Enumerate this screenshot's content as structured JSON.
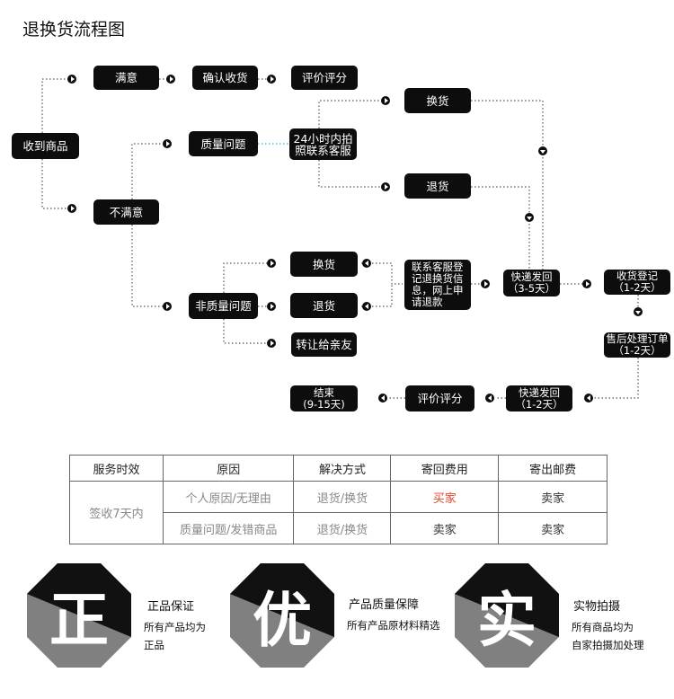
{
  "title": "退换货流程图",
  "flow": {
    "receive": "收到商品",
    "satisfied": "满意",
    "confirm_receipt": "确认收货",
    "rate": "评价评分",
    "unsatisfied": "不满意",
    "quality_issue": "质量问题",
    "photo_contact": "24小时内拍\n照联系客服",
    "exchange": "换货",
    "refund": "退货",
    "non_quality_issue": "非质量问题",
    "exchange2": "换货",
    "refund2": "退货",
    "transfer": "转让给亲友",
    "register_info": "联系客服登\n记退换货信\n息，网上申\n请退款",
    "ship_back": "快递发回\n（3-5天）",
    "receipt_register": "收货登记\n（1-2天）",
    "after_sales": "售后处理订单\n（1-2天）",
    "ship_return": "快递发回\n（1-2天）",
    "rate2": "评价评分",
    "end": "结束\n(9-15天)"
  },
  "policy_table": {
    "headers": [
      "服务时效",
      "原因",
      "解决方式",
      "寄回费用",
      "寄出邮费"
    ],
    "service_time": "签收7天内",
    "rows": [
      {
        "reason": "个人原因/无理由",
        "solution": "退货/换货",
        "return_fee": "买家",
        "ship_fee": "卖家"
      },
      {
        "reason": "质量问题/发错商品",
        "solution": "退货/换货",
        "return_fee": "卖家",
        "ship_fee": "卖家"
      }
    ],
    "accent_color": "#e0452b"
  },
  "badges": [
    {
      "char": "正",
      "title": "正品保证",
      "desc": "所有产品均为\n正品"
    },
    {
      "char": "优",
      "title": "产品质量保障",
      "desc": "所有产品原材料精选"
    },
    {
      "char": "实",
      "title": "实物拍摄",
      "desc": "所有商品均为\n自家拍摄加处理"
    }
  ],
  "colors": {
    "node": "#0d0d0d",
    "badge_dark": "#111111",
    "badge_gray": "#808080",
    "dotted_line": "#555555",
    "blue_dots": "#4aa3d8"
  }
}
